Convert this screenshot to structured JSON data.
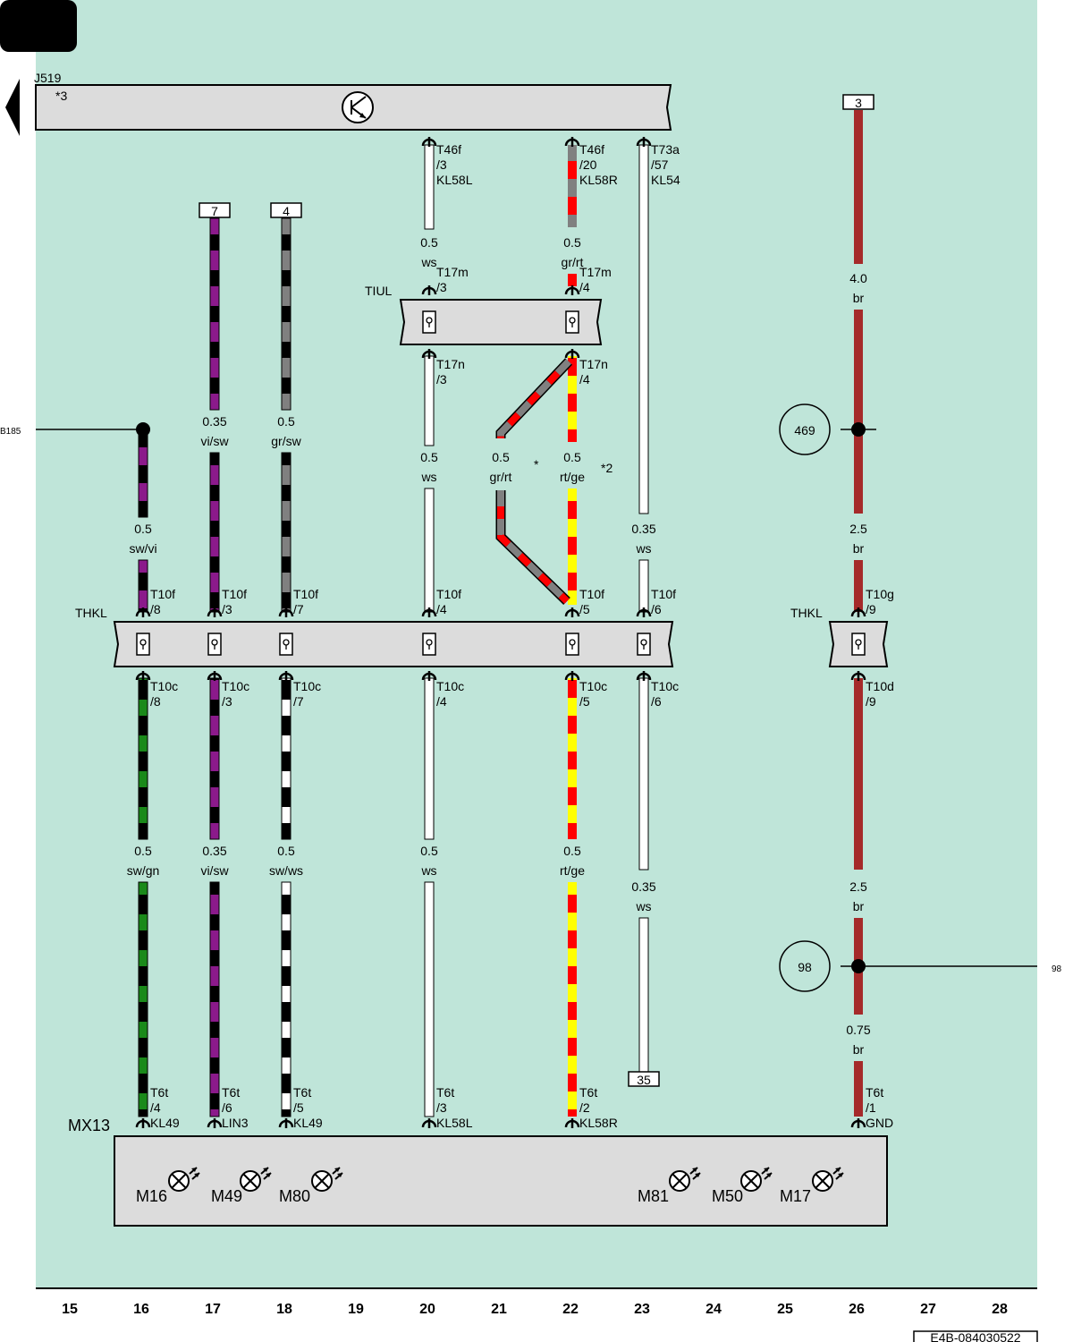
{
  "colors": {
    "background": "#bfe5d9",
    "bar": "#dcdcdc",
    "red": "#ff0000",
    "yellow": "#ffff00",
    "grey": "#808080",
    "violet": "#8b1a8b",
    "green": "#1a8a1a",
    "brown": "#a52a2a",
    "white": "#ffffff",
    "black": "#000000"
  },
  "components": {
    "j519": {
      "name": "J519",
      "note": "*3"
    },
    "tiul": {
      "name": "TIUL"
    },
    "thkl_left": {
      "name": "THKL"
    },
    "thkl_right": {
      "name": "THKL"
    },
    "mx13": {
      "name": "MX13"
    }
  },
  "lamps": [
    {
      "label": "M16"
    },
    {
      "label": "M49"
    },
    {
      "label": "M80"
    },
    {
      "label": "M81"
    },
    {
      "label": "M50"
    },
    {
      "label": "M17"
    }
  ],
  "refs": {
    "b185": "B185",
    "r98": "98",
    "box7": "7",
    "box4": "4",
    "box3": "3",
    "box35": "35",
    "circle469": "469",
    "circle98": "98",
    "star": "*",
    "star2": "*2"
  },
  "connectors": {
    "t46f_3": {
      "line1": "T46f",
      "line2": "/3",
      "line3": "KL58L"
    },
    "t46f_20": {
      "line1": "T46f",
      "line2": "/20",
      "line3": "KL58R"
    },
    "t73a_57": {
      "line1": "T73a",
      "line2": "/57",
      "line3": "KL54"
    },
    "t17m_3": {
      "line1": "T17m",
      "line2": "/3"
    },
    "t17m_4": {
      "line1": "T17m",
      "line2": "/4"
    },
    "t17n_3": {
      "line1": "T17n",
      "line2": "/3"
    },
    "t17n_4": {
      "line1": "T17n",
      "line2": "/4"
    },
    "t10f_8": {
      "line1": "T10f",
      "line2": "/8"
    },
    "t10f_3": {
      "line1": "T10f",
      "line2": "/3"
    },
    "t10f_7": {
      "line1": "T10f",
      "line2": "/7"
    },
    "t10f_4": {
      "line1": "T10f",
      "line2": "/4"
    },
    "t10f_5": {
      "line1": "T10f",
      "line2": "/5"
    },
    "t10f_6": {
      "line1": "T10f",
      "line2": "/6"
    },
    "t10g_9": {
      "line1": "T10g",
      "line2": "/9"
    },
    "t10c_8": {
      "line1": "T10c",
      "line2": "/8"
    },
    "t10c_3": {
      "line1": "T10c",
      "line2": "/3"
    },
    "t10c_7": {
      "line1": "T10c",
      "line2": "/7"
    },
    "t10c_4": {
      "line1": "T10c",
      "line2": "/4"
    },
    "t10c_5": {
      "line1": "T10c",
      "line2": "/5"
    },
    "t10c_6": {
      "line1": "T10c",
      "line2": "/6"
    },
    "t10d_9": {
      "line1": "T10d",
      "line2": "/9"
    },
    "t6t_4": {
      "line1": "T6t",
      "line2": "/4",
      "line3": "KL49"
    },
    "t6t_6": {
      "line1": "T6t",
      "line2": "/6",
      "line3": "LIN3"
    },
    "t6t_5": {
      "line1": "T6t",
      "line2": "/5",
      "line3": "KL49"
    },
    "t6t_3": {
      "line1": "T6t",
      "line2": "/3",
      "line3": "KL58L"
    },
    "t6t_2": {
      "line1": "T6t",
      "line2": "/2",
      "line3": "KL58R"
    },
    "t6t_1": {
      "line1": "T6t",
      "line2": "/1",
      "line3": "GND"
    }
  },
  "wires": {
    "w20a": {
      "size": "0.5",
      "color": "ws"
    },
    "w22a": {
      "size": "0.5",
      "color": "gr/rt"
    },
    "w26a": {
      "size": "4.0",
      "color": "br"
    },
    "w17a": {
      "size": "0.35",
      "color": "vi/sw"
    },
    "w18a": {
      "size": "0.5",
      "color": "gr/sw"
    },
    "w20b": {
      "size": "0.5",
      "color": "ws"
    },
    "w21b": {
      "size": "0.5",
      "color": "gr/rt"
    },
    "w22b": {
      "size": "0.5",
      "color": "rt/ge"
    },
    "w16a": {
      "size": "0.5",
      "color": "sw/vi"
    },
    "w23a": {
      "size": "0.35",
      "color": "ws"
    },
    "w26b": {
      "size": "2.5",
      "color": "br"
    },
    "w16b": {
      "size": "0.5",
      "color": "sw/gn"
    },
    "w17b": {
      "size": "0.35",
      "color": "vi/sw"
    },
    "w18b": {
      "size": "0.5",
      "color": "sw/ws"
    },
    "w20c": {
      "size": "0.5",
      "color": "ws"
    },
    "w22c": {
      "size": "0.5",
      "color": "rt/ge"
    },
    "w23b": {
      "size": "0.35",
      "color": "ws"
    },
    "w26c": {
      "size": "2.5",
      "color": "br"
    },
    "w26d": {
      "size": "0.75",
      "color": "br"
    }
  },
  "columns": [
    "15",
    "16",
    "17",
    "18",
    "19",
    "20",
    "21",
    "22",
    "23",
    "24",
    "25",
    "26",
    "27",
    "28"
  ],
  "footer_code": "E4B-084030522"
}
